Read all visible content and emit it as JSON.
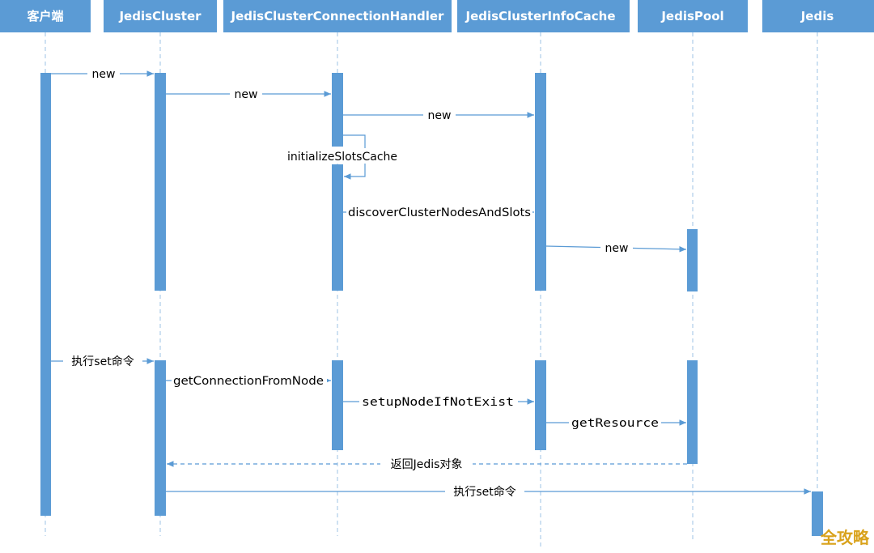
{
  "colors": {
    "header": "#5b9bd5",
    "activation": "#5b9bd5",
    "lifeline": "#9dc3e6",
    "arrow": "#5b9bd5",
    "text": "#000000",
    "watermark": "#d9a21b"
  },
  "participants": [
    {
      "id": "client",
      "label": "客户端"
    },
    {
      "id": "jediscluster",
      "label": "JedisCluster"
    },
    {
      "id": "handler",
      "label": "JedisClusterConnectionHandler"
    },
    {
      "id": "infocache",
      "label": "JedisClusterInfoCache"
    },
    {
      "id": "pool",
      "label": "JedisPool"
    },
    {
      "id": "jedis",
      "label": "Jedis"
    }
  ],
  "messages": [
    {
      "from": "client",
      "to": "jediscluster",
      "label": "new",
      "style": "solid"
    },
    {
      "from": "jediscluster",
      "to": "handler",
      "label": "new",
      "style": "solid"
    },
    {
      "from": "handler",
      "to": "infocache",
      "label": "new",
      "style": "solid"
    },
    {
      "from": "handler",
      "to": "handler",
      "label": "initializeSlotsCache",
      "style": "self"
    },
    {
      "from": "handler",
      "to": "infocache",
      "label": "discoverClusterNodesAndSlots",
      "style": "solid"
    },
    {
      "from": "infocache",
      "to": "pool",
      "label": "new",
      "style": "solid"
    },
    {
      "from": "client",
      "to": "jediscluster",
      "label": "执行set命令",
      "style": "solid"
    },
    {
      "from": "jediscluster",
      "to": "handler",
      "label": "getConnectionFromNode",
      "style": "solid"
    },
    {
      "from": "handler",
      "to": "infocache",
      "label": "setupNodeIfNotExist",
      "style": "solid"
    },
    {
      "from": "infocache",
      "to": "pool",
      "label": "getResource",
      "style": "solid"
    },
    {
      "from": "pool",
      "to": "jediscluster",
      "label": "返回Jedis对象",
      "style": "dashed"
    },
    {
      "from": "jediscluster",
      "to": "jedis",
      "label": "执行set命令",
      "style": "solid"
    }
  ],
  "watermark": "全攻略"
}
